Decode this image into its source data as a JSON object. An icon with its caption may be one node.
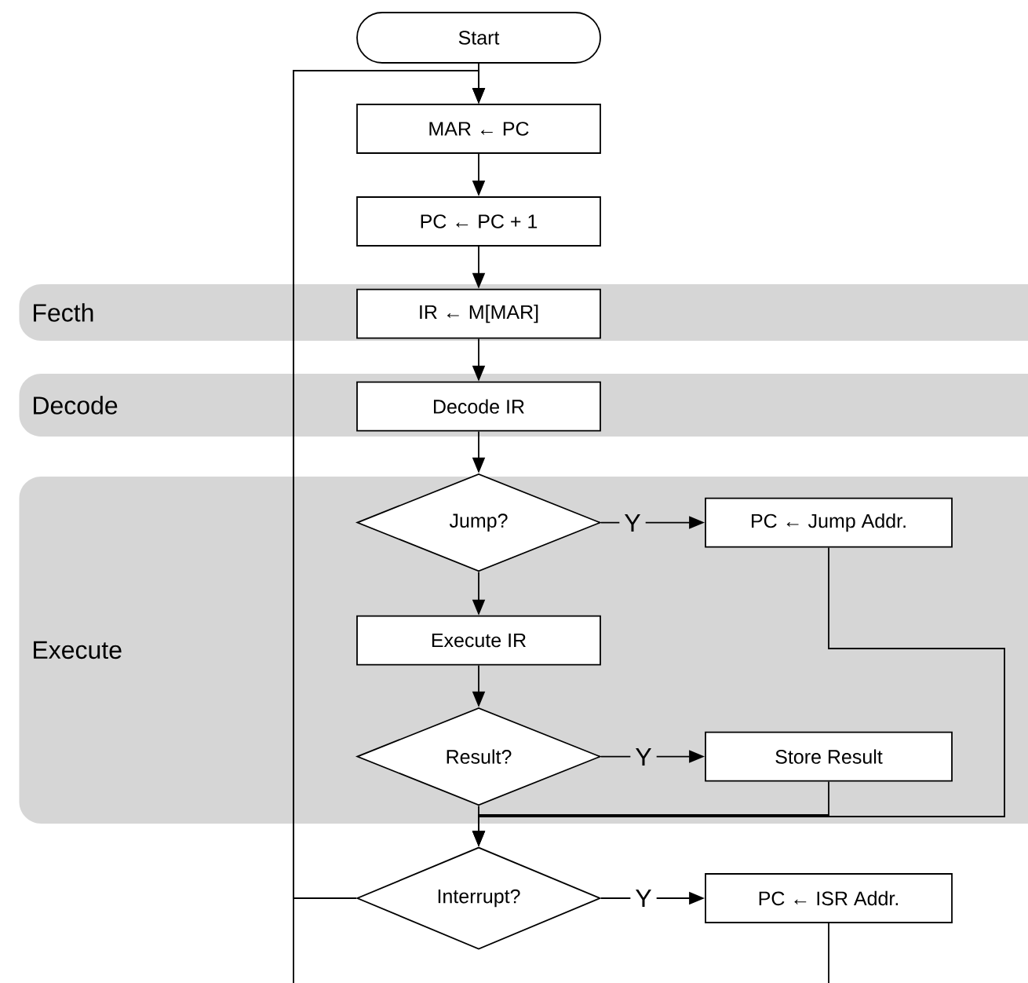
{
  "diagram": {
    "nodes": [
      {
        "text": [
          "Start"
        ]
      },
      {
        "text": [
          "MAR ← PC"
        ]
      },
      {
        "text": [
          "PC ← PC + 1"
        ]
      },
      {
        "text": [
          "Fecth"
        ]
      },
      {
        "text": [
          "IR ← M[MAR]"
        ],
        "in": 3
      },
      {
        "text": [
          "Decode"
        ]
      },
      {
        "text": [
          "Decode IR"
        ],
        "in": 5
      },
      {
        "text": [
          "Execute"
        ]
      },
      {
        "text": [
          "Jump?"
        ],
        "in": 7
      },
      {
        "text": [
          "PC ← Jump Addr."
        ],
        "in": 7
      },
      {
        "text": [
          "Execute IR"
        ],
        "in": 7
      },
      {
        "text": [
          "Result?"
        ],
        "in": 7
      },
      {
        "text": [
          "Store Result"
        ],
        "in": 7
      },
      {
        "text": [
          "Interrupt?"
        ]
      },
      {
        "text": [
          "PC ← ISR Addr."
        ]
      }
    ],
    "edges": [
      {
        "from": 0,
        "to": 1,
        "arrow": "to"
      },
      {
        "from": 1,
        "to": 2,
        "arrow": "to"
      },
      {
        "from": 2,
        "to": 4,
        "arrow": "to"
      },
      {
        "from": 4,
        "to": 6,
        "arrow": "to"
      },
      {
        "from": 6,
        "to": 8,
        "arrow": "to"
      },
      {
        "from": 8,
        "to": 9,
        "arrow": "to",
        "label": "Y"
      },
      {
        "from": 8,
        "to": 10,
        "arrow": "to"
      },
      {
        "from": 10,
        "to": 11,
        "arrow": "to"
      },
      {
        "from": 11,
        "to": 12,
        "arrow": "to",
        "label": "Y"
      },
      {
        "from": 11,
        "to": 13,
        "arrow": "to"
      },
      {
        "from": 9,
        "to": 13,
        "arrow": "to"
      },
      {
        "from": 12,
        "to": 13,
        "arrow": "to"
      },
      {
        "from": 13,
        "to": 14,
        "arrow": "to",
        "label": "Y"
      },
      {
        "from": 13,
        "to": 1,
        "arrow": "to"
      },
      {
        "from": 14,
        "to": 1,
        "arrow": "to"
      }
    ]
  }
}
